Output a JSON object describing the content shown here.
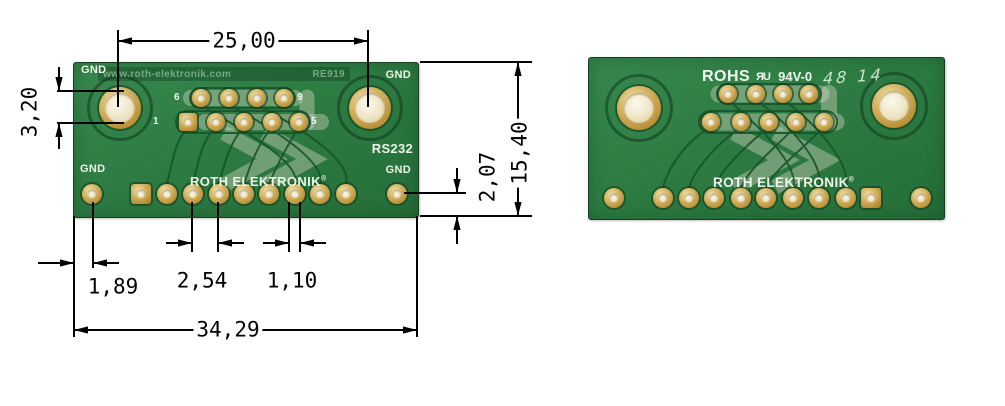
{
  "drawing": {
    "dimensions": {
      "hole_spacing": "25,00",
      "mount_drill_diameter": "3,20",
      "board_height": "15,40",
      "pad_to_edge": "2,07",
      "edge_to_first_pad": "1,89",
      "pad_pitch": "2,54",
      "pad_drill_diameter": "1,10",
      "board_width": "34,29"
    }
  },
  "board_front": {
    "url": "www.roth-elektronik.com",
    "part_number": "RE919",
    "gnd_top_left": "GND",
    "gnd_top_right": "GND",
    "gnd_bottom_left": "GND",
    "gnd_bottom_right": "GND",
    "pin_label_6": "6",
    "pin_label_9": "9",
    "pin_label_1": "1",
    "pin_label_5": "5",
    "interface_label": "RS232",
    "brand": "ROTH ELEKTRONIK",
    "brand_reg": "®"
  },
  "board_back": {
    "rohs_label": "ROHS",
    "ul_mark": "UR",
    "flammability_label": "94V-0",
    "date_code": "48 14",
    "brand": "ROTH ELEKTRONIK",
    "brand_reg": "®"
  },
  "colors": {
    "pcb_green": "#2d7c43",
    "pad_gold": "#c9a24b",
    "silkscreen_white": "#edf4e8",
    "dimension_black": "#000000"
  }
}
